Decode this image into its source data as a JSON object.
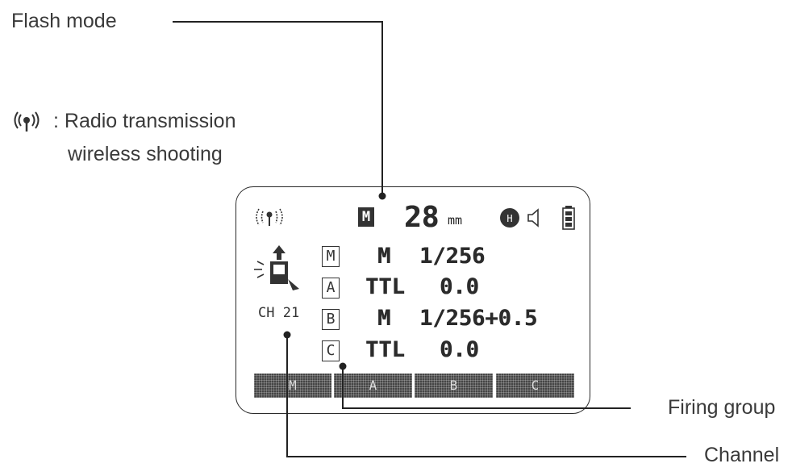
{
  "callouts": {
    "flash_mode": "Flash mode",
    "radio_symbol": "((•))",
    "radio_line1": ": Radio transmission",
    "radio_line2": "wireless shooting",
    "firing_group": "Firing group",
    "channel": "Channel"
  },
  "lcd": {
    "radio_icon": "((ǫ))",
    "mode_badge": "M",
    "zoom_value": "28",
    "zoom_unit": "mm",
    "top_icons": [
      "flash-head-icon",
      "speaker-icon",
      "battery-icon"
    ],
    "groups": [
      {
        "box": "M",
        "mode": "M",
        "value": "1/256"
      },
      {
        "box": "A",
        "mode": "TTL",
        "value": "0.0"
      },
      {
        "box": "B",
        "mode": "M",
        "value": "1/256+0.5"
      },
      {
        "box": "C",
        "mode": "TTL",
        "value": "0.0"
      }
    ],
    "channel": "CH 21",
    "tabs": [
      "M",
      "A",
      "B",
      "C"
    ]
  },
  "colors": {
    "ink": "#2a2a2a",
    "text": "#3a3a3a",
    "tab_fill": "#454545"
  }
}
